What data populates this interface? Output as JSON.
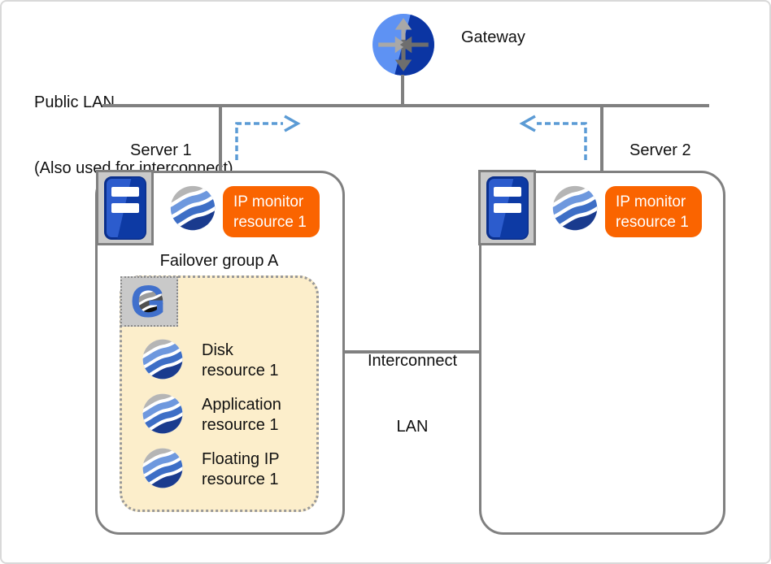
{
  "colors": {
    "accent_orange": "#FA6400",
    "line_gray": "#808080",
    "failover_fill": "#FCEECB",
    "dashed_arrow_blue": "#5B9BD5",
    "gateway_light_blue": "#5E92F3",
    "gateway_dark_blue": "#0B35A3",
    "server_tower_blue": "#2C5CCD",
    "server_tower_dark_blue": "#0D3AA4",
    "group_g_blue": "#4070CC"
  },
  "gateway": {
    "label": "Gateway"
  },
  "public_lan": {
    "line1": "Public LAN",
    "line2": "(Also used for interconnect)"
  },
  "interconnect": {
    "line1": "Interconnect",
    "line2": "LAN"
  },
  "servers": [
    {
      "label": "Server 1",
      "monitor": {
        "line1": "IP monitor",
        "line2": "resource 1"
      }
    },
    {
      "label": "Server 2",
      "monitor": {
        "line1": "IP monitor",
        "line2": "resource 1"
      }
    }
  ],
  "failover_group": {
    "title": "Failover group A",
    "resources": [
      {
        "line1": "Disk",
        "line2": "resource 1"
      },
      {
        "line1": "Application",
        "line2": "resource 1"
      },
      {
        "line1": "Floating IP",
        "line2": "resource 1"
      }
    ]
  }
}
